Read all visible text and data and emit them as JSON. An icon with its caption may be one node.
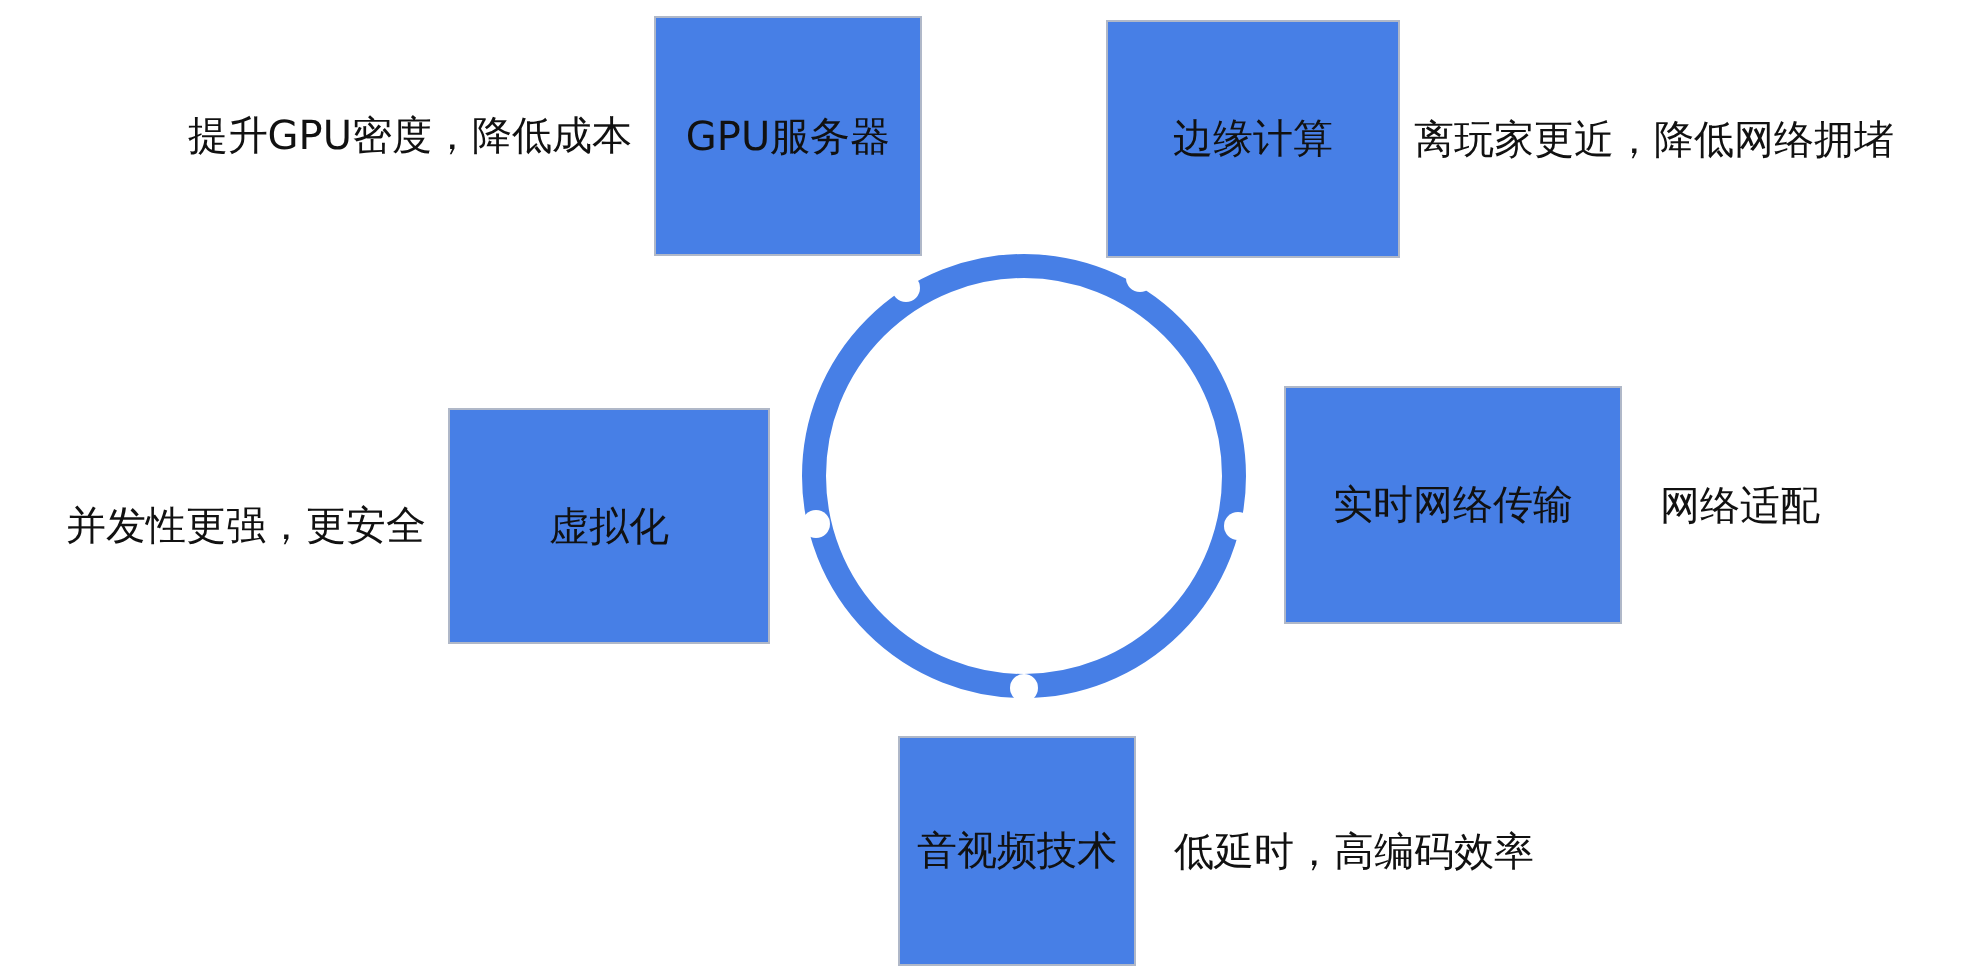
{
  "diagram": {
    "nodes": [
      {
        "text": [
          "GPU服务器"
        ],
        "beside": [
          "提升GPU密度，降低成本"
        ]
      },
      {
        "text": [
          "边缘计算"
        ],
        "beside": [
          "离玩家更近，降低网络拥堵"
        ]
      },
      {
        "text": [
          "虚拟化"
        ],
        "beside": [
          "并发性更强，更安全"
        ]
      },
      {
        "text": [
          "实时网络传输"
        ],
        "beside": [
          "网络适配"
        ]
      },
      {
        "text": [
          "音视频技术"
        ],
        "beside": [
          "低延时，高编码效率"
        ]
      }
    ]
  }
}
